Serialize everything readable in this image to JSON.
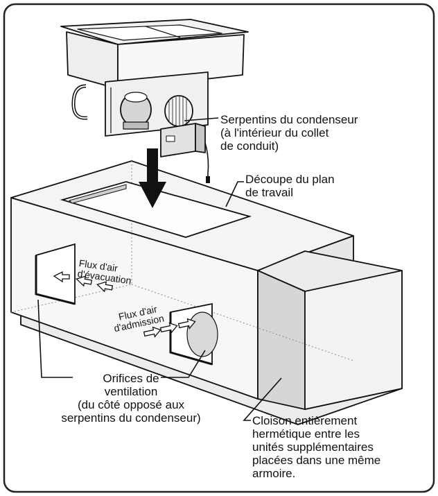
{
  "labels": {
    "condenser_coils": [
      "Serpentins du condenseur",
      "(à l'intérieur du collet",
      "de conduit)"
    ],
    "countertop_cutout": [
      "Découpe du plan",
      "de travail"
    ],
    "exhaust_airflow": [
      "Flux d'air",
      "d'évacuation"
    ],
    "intake_airflow": [
      "Flux d'air",
      "d'admission"
    ],
    "vent_openings": [
      "Orifices de",
      "ventilation",
      "(du côté opposé aux",
      "serpentins du condenseur)"
    ],
    "partition": [
      "Cloison entièrement",
      "hermétique entre les",
      "unités supplémentaires",
      "placées dans une même",
      "armoire."
    ]
  },
  "colors": {
    "line": "#111111",
    "frame": "#222222",
    "fill_light": "#f4f4f4",
    "fill_mid": "#e4e4e4",
    "fill_dark": "#cfcfcf"
  }
}
